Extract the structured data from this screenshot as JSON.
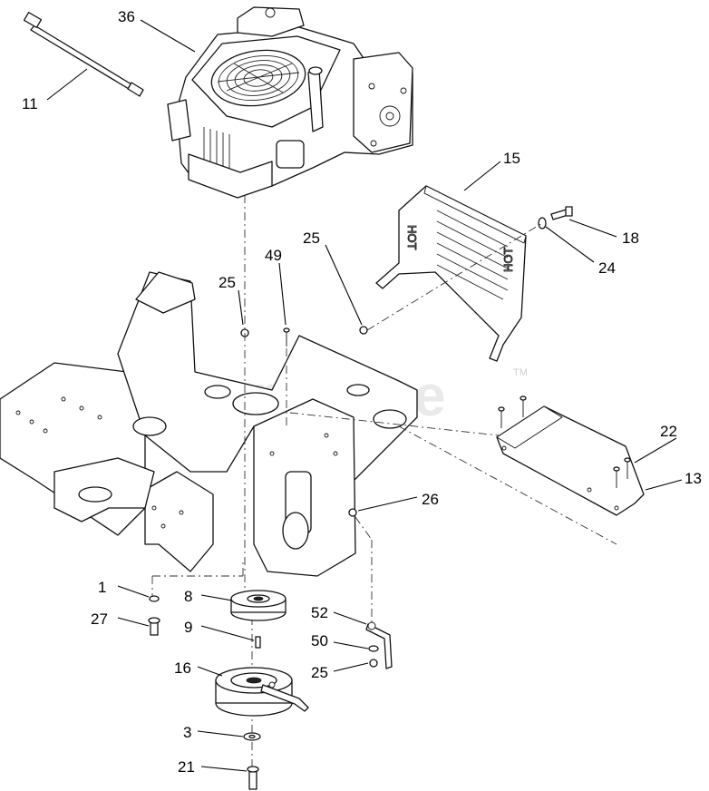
{
  "watermark": {
    "text": "PartsTree",
    "tm": "TM"
  },
  "shield_text": {
    "left": "HOT",
    "right": "HOT"
  },
  "callouts": [
    {
      "id": "c11",
      "label": "11"
    },
    {
      "id": "c36",
      "label": "36"
    },
    {
      "id": "c15",
      "label": "15"
    },
    {
      "id": "c18",
      "label": "18"
    },
    {
      "id": "c24",
      "label": "24"
    },
    {
      "id": "c25a",
      "label": "25"
    },
    {
      "id": "c49",
      "label": "49"
    },
    {
      "id": "c25b",
      "label": "25"
    },
    {
      "id": "c22",
      "label": "22"
    },
    {
      "id": "c13",
      "label": "13"
    },
    {
      "id": "c26",
      "label": "26"
    },
    {
      "id": "c1",
      "label": "1"
    },
    {
      "id": "c27",
      "label": "27"
    },
    {
      "id": "c8",
      "label": "8"
    },
    {
      "id": "c9",
      "label": "9"
    },
    {
      "id": "c52",
      "label": "52"
    },
    {
      "id": "c50",
      "label": "50"
    },
    {
      "id": "c25c",
      "label": "25"
    },
    {
      "id": "c16",
      "label": "16"
    },
    {
      "id": "c3",
      "label": "3"
    },
    {
      "id": "c21",
      "label": "21"
    }
  ]
}
